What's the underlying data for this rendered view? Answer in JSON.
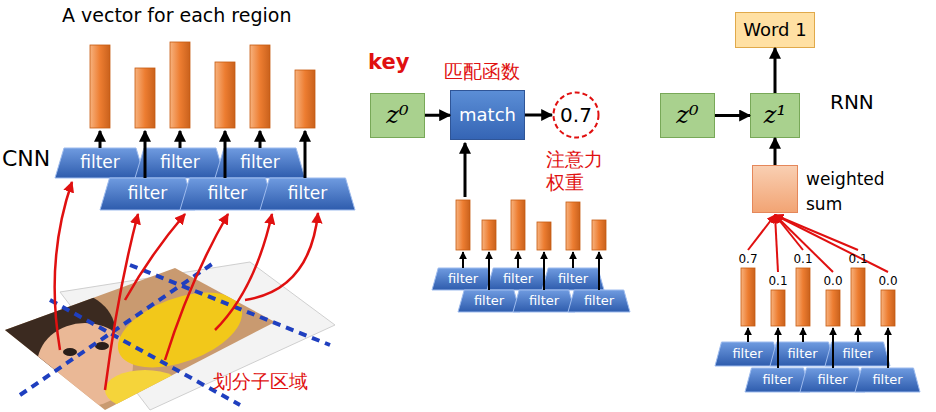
{
  "diagram": {
    "nodes": [
      {
        "text": [
          "filter"
        ]
      },
      {
        "text": [
          "filter"
        ]
      },
      {
        "text": [
          "filter"
        ]
      },
      {
        "text": [
          "filter"
        ]
      },
      {
        "text": [
          "filter"
        ]
      },
      {
        "text": [
          "filter"
        ]
      },
      {
        "text": [
          "z⁰"
        ]
      },
      {
        "text": [
          "match"
        ]
      },
      {
        "text": [
          "0.7"
        ]
      },
      {
        "text": [
          "filter"
        ]
      },
      {
        "text": [
          "filter"
        ]
      },
      {
        "text": [
          "filter"
        ]
      },
      {
        "text": [
          "filter"
        ]
      },
      {
        "text": [
          "filter"
        ]
      },
      {
        "text": [
          "filter"
        ]
      },
      {
        "text": [
          "Word 1"
        ]
      },
      {
        "text": [
          "z⁰"
        ]
      },
      {
        "text": [
          "z¹"
        ]
      },
      {
        "text": [
          "weighted sum"
        ]
      },
      {
        "text": [
          "filter"
        ]
      },
      {
        "text": [
          "filter"
        ]
      },
      {
        "text": [
          "filter"
        ]
      },
      {
        "text": [
          "filter"
        ]
      },
      {
        "text": [
          "filter"
        ]
      },
      {
        "text": [
          "filter"
        ]
      }
    ],
    "edges": [
      {
        "from": 6,
        "to": 7,
        "arrow": "to"
      },
      {
        "from": 7,
        "to": 8,
        "arrow": "to"
      },
      {
        "from": 16,
        "to": 17,
        "arrow": "to"
      },
      {
        "from": 17,
        "to": 15,
        "arrow": "to"
      },
      {
        "from": 18,
        "to": 17,
        "arrow": "to"
      }
    ],
    "labels": [
      "A vector for each region",
      "CNN",
      "划分子区域",
      "key",
      "匹配函数",
      "注意力 权重",
      "RNN",
      "0.7",
      "0.1",
      "0.1",
      "0.0",
      "0.1",
      "0.0"
    ]
  }
}
